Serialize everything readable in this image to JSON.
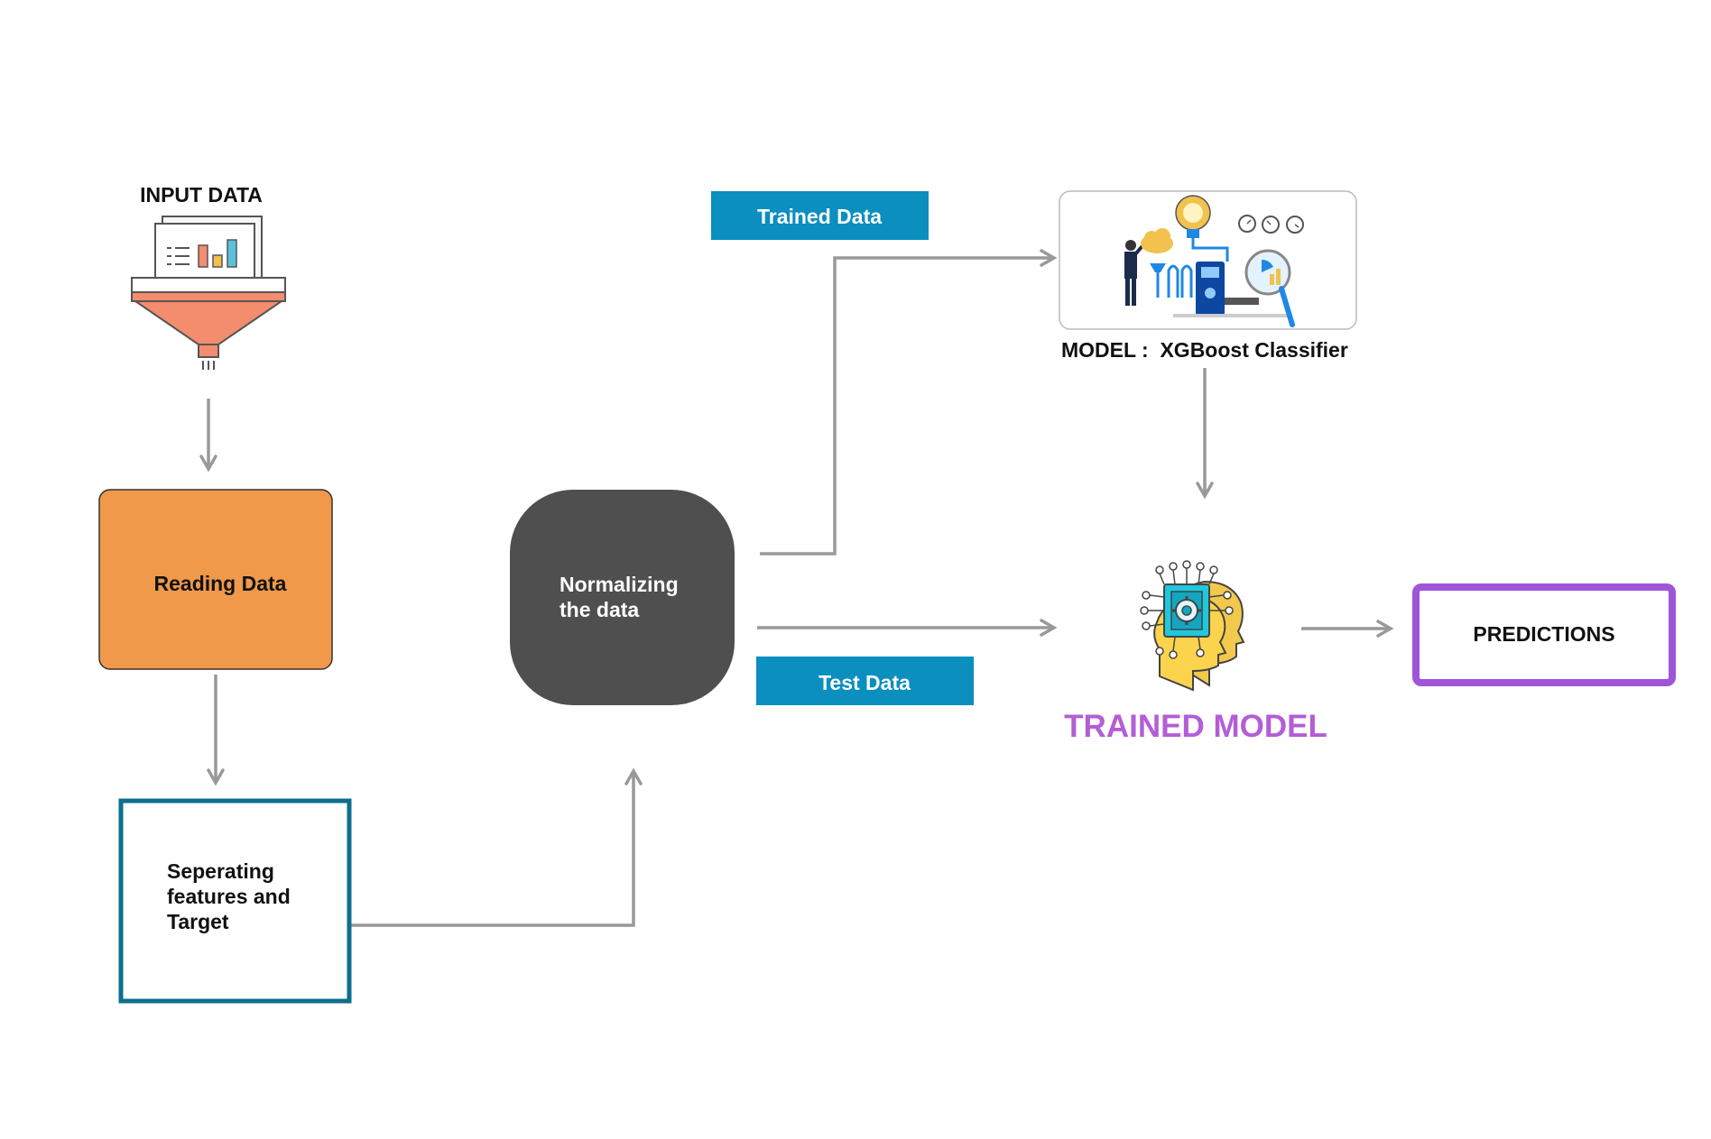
{
  "colors": {
    "background": "#ffffff",
    "arrow": "#999999",
    "reading_fill": "#f0994b",
    "normalizing_fill": "#4f4f4f",
    "separating_border": "#0e6e8e",
    "chip_fill": "#0a8fbf",
    "trained_model_text": "#b35ed6",
    "predictions_border": "#9f55d8",
    "funnel_orange": "#f48c6e"
  },
  "nodes": {
    "input": {
      "label": "INPUT DATA",
      "icon": "funnel-chart-icon"
    },
    "reading": {
      "label": "Reading Data"
    },
    "separating": {
      "lines": [
        "Seperating",
        "features and",
        "Target"
      ]
    },
    "normalizing": {
      "lines": [
        "Normalizing",
        "the data"
      ]
    },
    "trained_chip": {
      "label": "Trained Data"
    },
    "test_chip": {
      "label": "Test Data"
    },
    "model": {
      "label": "MODEL :  XGBoost Classifier",
      "icon": "data-machine-illustration"
    },
    "trained_model": {
      "label": "TRAINED MODEL",
      "icon": "ai-head-chip-icon"
    },
    "predictions": {
      "label": "PREDICTIONS"
    }
  }
}
